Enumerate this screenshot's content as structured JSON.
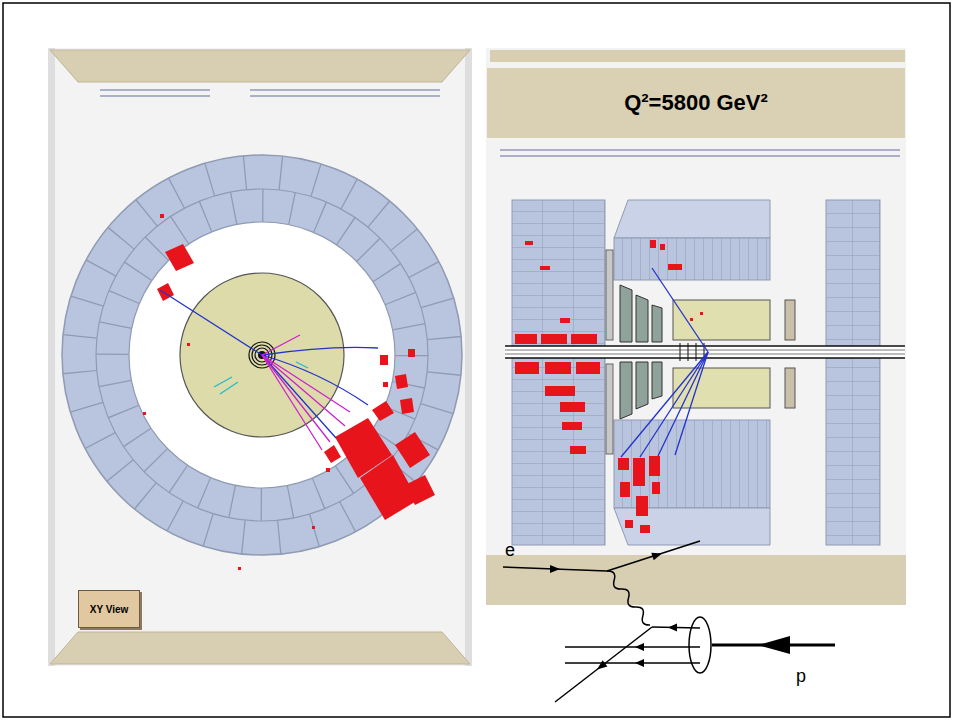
{
  "diagram": {
    "nodes": [
      {
        "text": [
          "Q²=5800 GeV²"
        ]
      },
      {
        "text": [
          "XY View"
        ]
      }
    ],
    "labels": [
      "e",
      "p"
    ]
  }
}
